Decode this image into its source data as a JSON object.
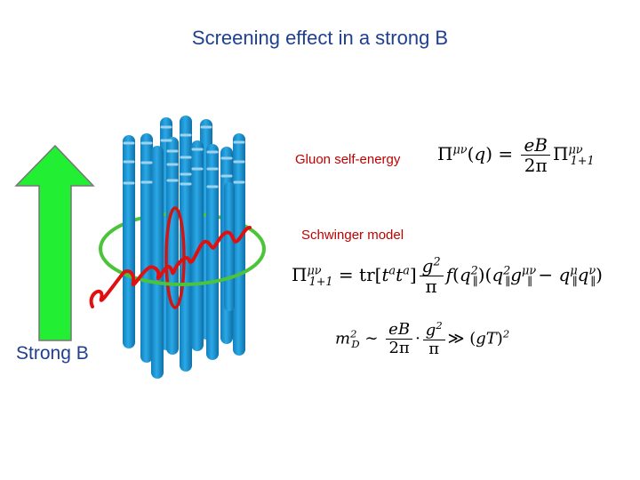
{
  "slide": {
    "title": "Screening effect in a strong B",
    "strong_b_label": "Strong B",
    "gluon_label": "Gluon self-energy",
    "schwinger_label": "Schwinger model"
  },
  "equations": {
    "gluon_self_energy": "Π^{μν}(q) = (eB/2π) Π^{μν}_{1+1}",
    "schwinger_polarization": "Π^{μν}_{1+1} = tr[t^a t^a] (g²/π) f(q²_∥)(q²_∥ g^{μν}_∥ − q^μ_∥ q^ν_∥)",
    "debye_mass": "m_D² ∼ (eB/2π) · (g²/π) ≫ (gT)²"
  },
  "colors": {
    "title": "#1f3f8f",
    "arrow_fill": "#22ee33",
    "arrow_stroke": "#777777",
    "tube_fill": "#1f9ad6",
    "tube_band": "#9ed3f0",
    "loop": "#4cc43a",
    "wave": "#e01010",
    "label_red": "#c00000"
  },
  "icons": {
    "arrow": "upward-arrow-magnetic-field",
    "tubes": "landau-level-flux-tubes",
    "loop": "quark-loop-ellipse",
    "wave": "gluon-wavy-line"
  }
}
